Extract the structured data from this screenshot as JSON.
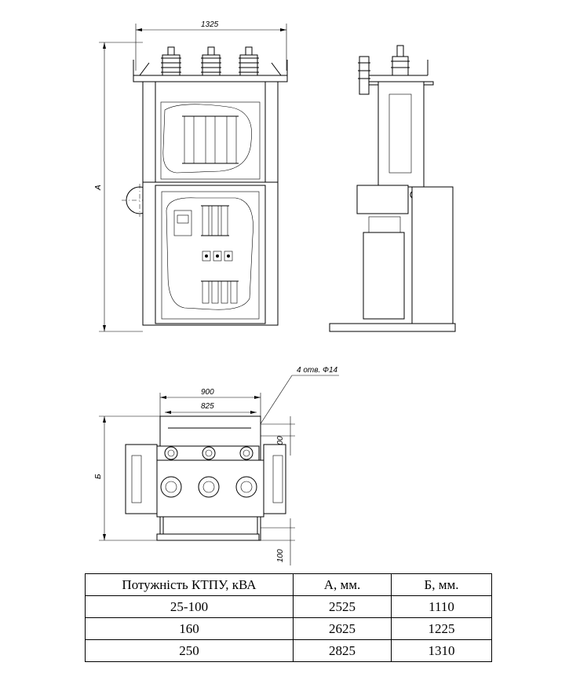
{
  "drawing": {
    "front_view": {
      "width_label": "1325",
      "height_label": "А"
    },
    "top_view": {
      "holes_label": "4 отв. Ф14",
      "outer_width_label": "900",
      "inner_width_label": "825",
      "depth_label": "Б",
      "top_offset_label": "100",
      "bottom_offset_label": "100"
    }
  },
  "table": {
    "headers": [
      "Потужність КТПУ, кВА",
      "А, мм.",
      "Б, мм."
    ],
    "rows": [
      [
        "25-100",
        "2525",
        "1110"
      ],
      [
        "160",
        "2625",
        "1225"
      ],
      [
        "250",
        "2825",
        "1310"
      ]
    ]
  }
}
